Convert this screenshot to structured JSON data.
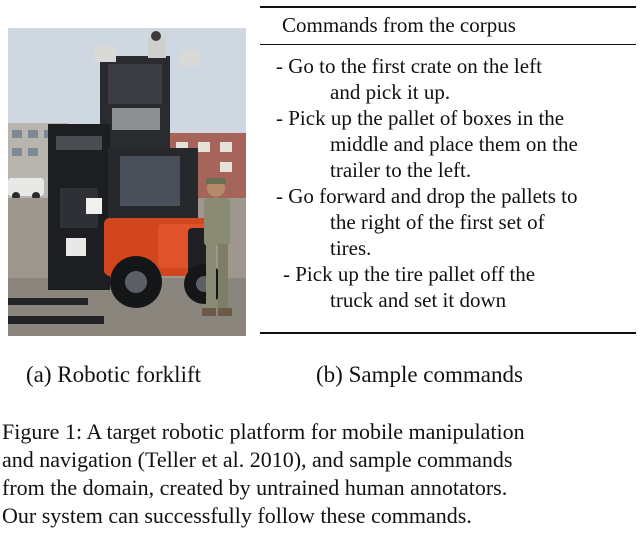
{
  "table": {
    "header": "Commands from the corpus",
    "commands": [
      {
        "lines": [
          "- Go to the first crate on the left",
          "and pick it up."
        ]
      },
      {
        "lines": [
          "- Pick up the pallet of boxes in the",
          "middle and place them on the",
          "trailer to the left."
        ]
      },
      {
        "lines": [
          "- Go forward and drop the pallets to",
          "the right of the first set of",
          "tires."
        ]
      },
      {
        "lines": [
          "- Pick up the tire pallet off the",
          "truck and set it down"
        ]
      }
    ]
  },
  "subcaptions": {
    "a": "(a) Robotic forklift",
    "b": "(b) Sample commands"
  },
  "caption": {
    "lines": [
      "Figure 1: A target robotic platform for mobile manipulation",
      "and navigation (Teller et al. 2010), and sample commands",
      "from the domain, created by untrained human annotators.",
      "Our system can successfully follow these commands."
    ]
  },
  "colors": {
    "forklift_body": "#d2461f",
    "forklift_dark": "#1c1d20",
    "sky": "#c9d3dc",
    "ground": "#9a958d"
  }
}
